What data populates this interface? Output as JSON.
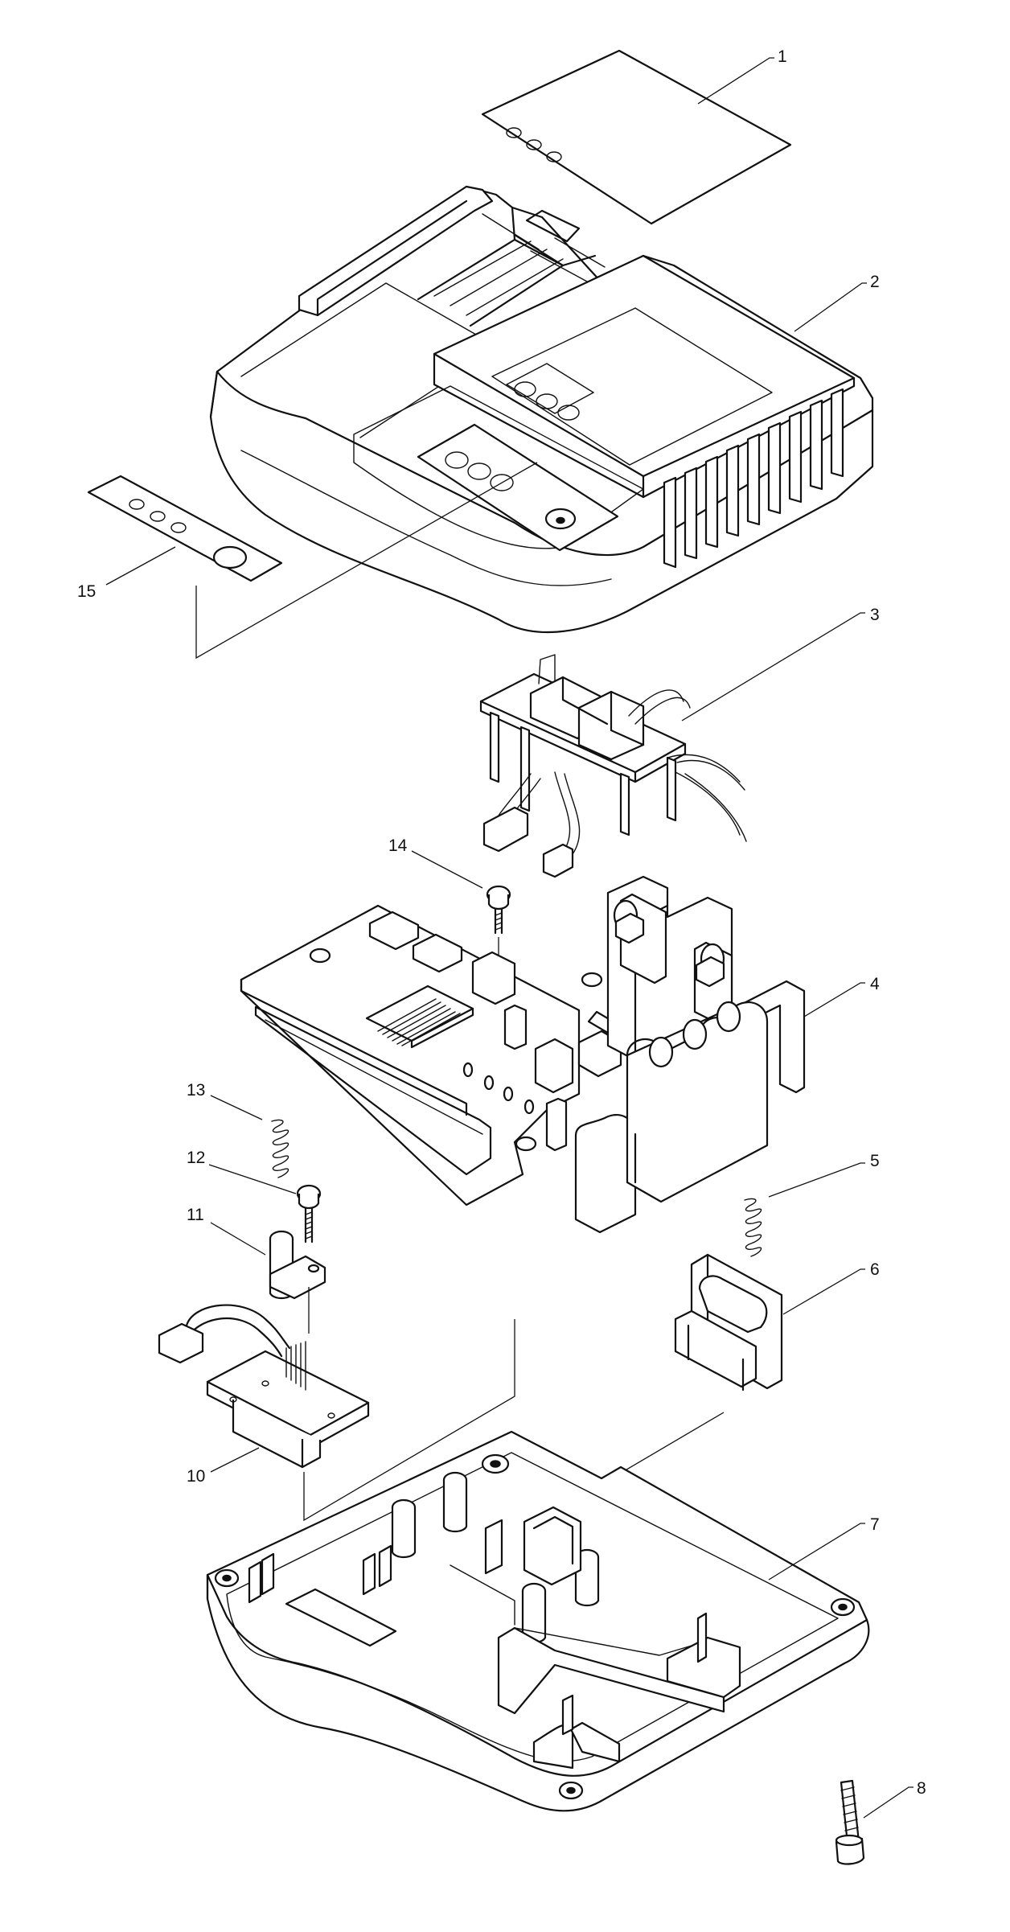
{
  "diagram": {
    "callouts": [
      "1",
      "2",
      "3",
      "4",
      "5",
      "6",
      "7",
      "8",
      "10",
      "11",
      "12",
      "13",
      "14",
      "15"
    ]
  }
}
